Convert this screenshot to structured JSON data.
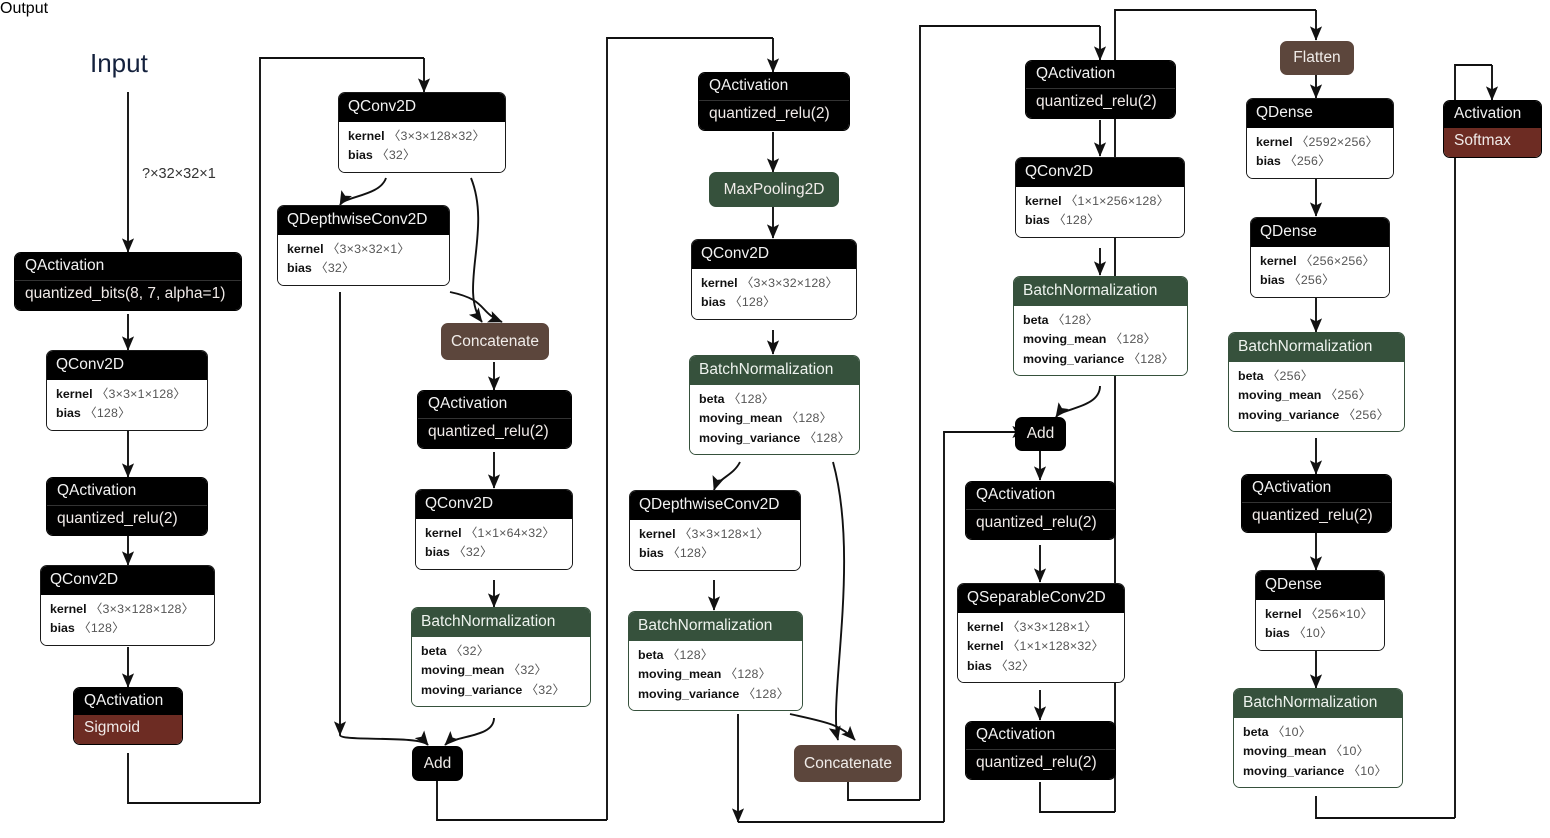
{
  "diagram": {
    "title_input": "Input",
    "title_output": "Output",
    "input_shape_label": "?×32×32×1",
    "colors": {
      "black": "#000000",
      "green": "#36513c",
      "brown": "#5c463c",
      "dark_red": "#6d2c23",
      "label_blue": "#14213d",
      "edge": "#111111"
    }
  },
  "nodes": {
    "n1_qactivation_bits": {
      "type": "activation",
      "header": "QActivation",
      "sub": "quantized_bits(8, 7, alpha=1)"
    },
    "n2_qconv2d": {
      "type": "params",
      "header": "QConv2D",
      "rows": [
        {
          "name": "kernel",
          "dim": "〈3×3×1×128〉"
        },
        {
          "name": "bias",
          "dim": "〈128〉"
        }
      ]
    },
    "n3_qactivation": {
      "type": "activation",
      "header": "QActivation",
      "sub": "quantized_relu(2)"
    },
    "n4_qconv2d": {
      "type": "params",
      "header": "QConv2D",
      "rows": [
        {
          "name": "kernel",
          "dim": "〈3×3×128×128〉"
        },
        {
          "name": "bias",
          "dim": "〈128〉"
        }
      ]
    },
    "n5_qactivation_sigmoid": {
      "type": "activation_red",
      "header": "QActivation",
      "sub": "Sigmoid"
    },
    "n6_qconv2d": {
      "type": "params",
      "header": "QConv2D",
      "rows": [
        {
          "name": "kernel",
          "dim": "〈3×3×128×32〉"
        },
        {
          "name": "bias",
          "dim": "〈32〉"
        }
      ]
    },
    "n7_qdepthwiseconv2d": {
      "type": "params",
      "header": "QDepthwiseConv2D",
      "rows": [
        {
          "name": "kernel",
          "dim": "〈3×3×32×1〉"
        },
        {
          "name": "bias",
          "dim": "〈32〉"
        }
      ]
    },
    "n8_concatenate": {
      "type": "plain_brown",
      "label": "Concatenate"
    },
    "n9_qactivation": {
      "type": "activation",
      "header": "QActivation",
      "sub": "quantized_relu(2)"
    },
    "n10_qconv2d": {
      "type": "params",
      "header": "QConv2D",
      "rows": [
        {
          "name": "kernel",
          "dim": "〈1×1×64×32〉"
        },
        {
          "name": "bias",
          "dim": "〈32〉"
        }
      ]
    },
    "n11_batchnorm": {
      "type": "params_green",
      "header": "BatchNormalization",
      "rows": [
        {
          "name": "beta",
          "dim": "〈32〉"
        },
        {
          "name": "moving_mean",
          "dim": "〈32〉"
        },
        {
          "name": "moving_variance",
          "dim": "〈32〉"
        }
      ]
    },
    "n12_add": {
      "type": "plain_black",
      "label": "Add"
    },
    "n13_qactivation": {
      "type": "activation",
      "header": "QActivation",
      "sub": "quantized_relu(2)"
    },
    "n14_maxpooling2d": {
      "type": "plain_green",
      "label": "MaxPooling2D"
    },
    "n15_qconv2d": {
      "type": "params",
      "header": "QConv2D",
      "rows": [
        {
          "name": "kernel",
          "dim": "〈3×3×32×128〉"
        },
        {
          "name": "bias",
          "dim": "〈128〉"
        }
      ]
    },
    "n16_batchnorm": {
      "type": "params_green",
      "header": "BatchNormalization",
      "rows": [
        {
          "name": "beta",
          "dim": "〈128〉"
        },
        {
          "name": "moving_mean",
          "dim": "〈128〉"
        },
        {
          "name": "moving_variance",
          "dim": "〈128〉"
        }
      ]
    },
    "n17_qdepthwiseconv2d": {
      "type": "params",
      "header": "QDepthwiseConv2D",
      "rows": [
        {
          "name": "kernel",
          "dim": "〈3×3×128×1〉"
        },
        {
          "name": "bias",
          "dim": "〈128〉"
        }
      ]
    },
    "n18_batchnorm": {
      "type": "params_green",
      "header": "BatchNormalization",
      "rows": [
        {
          "name": "beta",
          "dim": "〈128〉"
        },
        {
          "name": "moving_mean",
          "dim": "〈128〉"
        },
        {
          "name": "moving_variance",
          "dim": "〈128〉"
        }
      ]
    },
    "n19_concatenate": {
      "type": "plain_brown",
      "label": "Concatenate"
    },
    "n20_qactivation": {
      "type": "activation",
      "header": "QActivation",
      "sub": "quantized_relu(2)"
    },
    "n21_qconv2d": {
      "type": "params",
      "header": "QConv2D",
      "rows": [
        {
          "name": "kernel",
          "dim": "〈1×1×256×128〉"
        },
        {
          "name": "bias",
          "dim": "〈128〉"
        }
      ]
    },
    "n22_batchnorm": {
      "type": "params_green",
      "header": "BatchNormalization",
      "rows": [
        {
          "name": "beta",
          "dim": "〈128〉"
        },
        {
          "name": "moving_mean",
          "dim": "〈128〉"
        },
        {
          "name": "moving_variance",
          "dim": "〈128〉"
        }
      ]
    },
    "n23_add": {
      "type": "plain_black",
      "label": "Add"
    },
    "n24_qactivation": {
      "type": "activation",
      "header": "QActivation",
      "sub": "quantized_relu(2)"
    },
    "n25_qseparableconv2d": {
      "type": "params",
      "header": "QSeparableConv2D",
      "rows": [
        {
          "name": "kernel",
          "dim": "〈3×3×128×1〉"
        },
        {
          "name": "kernel",
          "dim": "〈1×1×128×32〉"
        },
        {
          "name": "bias",
          "dim": "〈32〉"
        }
      ]
    },
    "n26_qactivation": {
      "type": "activation",
      "header": "QActivation",
      "sub": "quantized_relu(2)"
    },
    "n27_flatten": {
      "type": "plain_brown",
      "label": "Flatten"
    },
    "n28_qdense": {
      "type": "params",
      "header": "QDense",
      "rows": [
        {
          "name": "kernel",
          "dim": "〈2592×256〉"
        },
        {
          "name": "bias",
          "dim": "〈256〉"
        }
      ]
    },
    "n29_qdense": {
      "type": "params",
      "header": "QDense",
      "rows": [
        {
          "name": "kernel",
          "dim": "〈256×256〉"
        },
        {
          "name": "bias",
          "dim": "〈256〉"
        }
      ]
    },
    "n30_batchnorm": {
      "type": "params_green",
      "header": "BatchNormalization",
      "rows": [
        {
          "name": "beta",
          "dim": "〈256〉"
        },
        {
          "name": "moving_mean",
          "dim": "〈256〉"
        },
        {
          "name": "moving_variance",
          "dim": "〈256〉"
        }
      ]
    },
    "n31_qactivation": {
      "type": "activation",
      "header": "QActivation",
      "sub": "quantized_relu(2)"
    },
    "n32_qdense": {
      "type": "params",
      "header": "QDense",
      "rows": [
        {
          "name": "kernel",
          "dim": "〈256×10〉"
        },
        {
          "name": "bias",
          "dim": "〈10〉"
        }
      ]
    },
    "n33_batchnorm": {
      "type": "params_green",
      "header": "BatchNormalization",
      "rows": [
        {
          "name": "beta",
          "dim": "〈10〉"
        },
        {
          "name": "moving_mean",
          "dim": "〈10〉"
        },
        {
          "name": "moving_variance",
          "dim": "〈10〉"
        }
      ]
    },
    "n34_activation_softmax": {
      "type": "activation_red",
      "header": "Activation",
      "sub": "Softmax"
    }
  }
}
